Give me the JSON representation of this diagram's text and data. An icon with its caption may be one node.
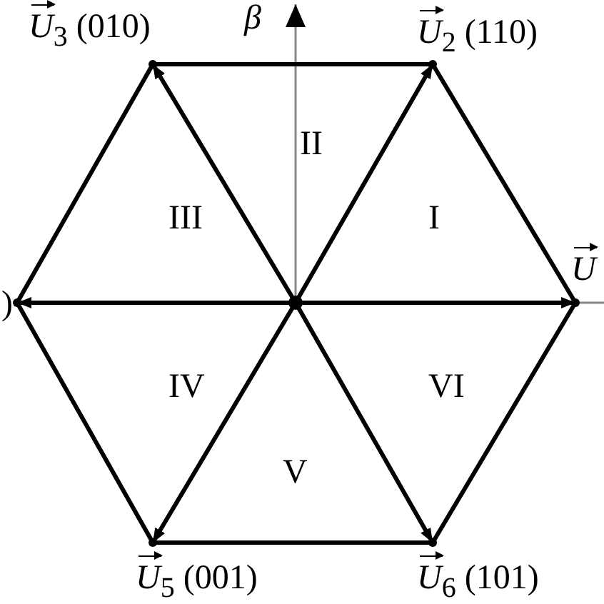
{
  "diagram": {
    "nodes": [
      {
        "text": [],
        "shape": "point",
        "beside": [
          "*U*$_{3}$ (010)"
        ]
      },
      {
        "text": [],
        "shape": "point",
        "beside": [
          "*U*$_{2}$ (110)"
        ]
      },
      {
        "text": [],
        "shape": "point",
        "beside": [
          ")"
        ]
      },
      {
        "text": [],
        "shape": "circle"
      },
      {
        "text": [],
        "shape": "point",
        "beside": [
          "*U*"
        ]
      },
      {
        "text": [],
        "shape": "point",
        "beside": [
          "*U*$_{5}$ (001)"
        ]
      },
      {
        "text": [],
        "shape": "point",
        "beside": [
          "*U*$_{6}$ (101)"
        ]
      }
    ],
    "edges": [
      {
        "from": 3,
        "to": 4,
        "arrow": "to"
      },
      {
        "from": 3,
        "to": 1,
        "arrow": "to"
      },
      {
        "from": 3,
        "to": 0,
        "arrow": "to"
      },
      {
        "from": 3,
        "to": 2,
        "arrow": "to"
      },
      {
        "from": 3,
        "to": 5,
        "arrow": "to"
      },
      {
        "from": 3,
        "to": 6,
        "arrow": "to"
      },
      {
        "from": 4,
        "to": 1,
        "arrow": "none"
      },
      {
        "from": 1,
        "to": 0,
        "arrow": "none"
      },
      {
        "from": 0,
        "to": 2,
        "arrow": "none"
      },
      {
        "from": 2,
        "to": 5,
        "arrow": "none"
      },
      {
        "from": 5,
        "to": 6,
        "arrow": "none"
      },
      {
        "from": 6,
        "to": 4,
        "arrow": "none"
      }
    ],
    "labels": [
      "β",
      "II",
      "III",
      "I",
      "IV",
      "VI",
      "V"
    ]
  }
}
